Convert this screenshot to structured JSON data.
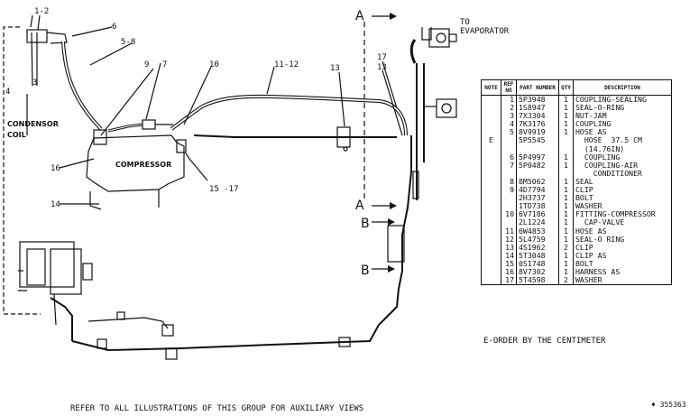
{
  "callouts": {
    "c1_2": "1-2",
    "c6": "6",
    "c5_8": "5-8",
    "c9": "9",
    "c7": "7",
    "c10": "10",
    "c11_12": "11-12",
    "c13a": "13",
    "c17": "17",
    "c13b": "13",
    "c4": "4",
    "c3": "3",
    "c16": "16",
    "c14": "14",
    "c15_17": "15 -17"
  },
  "labels": {
    "to_evaporator_1": "TO",
    "to_evaporator_2": "EVAPORATOR",
    "condensor_1": "CONDENSOR",
    "condensor_2": "COIL",
    "compressor": "COMPRESSOR",
    "section_a_top": "A",
    "section_a_bottom": "A",
    "section_b_top": "B",
    "section_b_bottom": "B"
  },
  "parts_table": {
    "headers": {
      "note": "NOTE",
      "ref": "REF NO",
      "part": "PART NUMBER",
      "qty": "QTY",
      "desc": "DESCRIPTION"
    },
    "rows": [
      {
        "note": "",
        "ref": "1",
        "part": "5P3948",
        "qty": "1",
        "desc": "COUPLING-SEALING"
      },
      {
        "note": "",
        "ref": "2",
        "part": "1S8947",
        "qty": "1",
        "desc": "SEAL-O-RING"
      },
      {
        "note": "",
        "ref": "3",
        "part": "7X3304",
        "qty": "1",
        "desc": "NUT-JAM"
      },
      {
        "note": "",
        "ref": "4",
        "part": "7K3176",
        "qty": "1",
        "desc": "COUPLING"
      },
      {
        "note": "",
        "ref": "5",
        "part": "8V9919",
        "qty": "1",
        "desc": "HOSE AS"
      },
      {
        "note": "E",
        "ref": "",
        "part": "5P5545",
        "qty": "",
        "desc": "  HOSE  37.5 CM"
      },
      {
        "note": "",
        "ref": "",
        "part": "",
        "qty": "",
        "desc": "  (14.76IN)"
      },
      {
        "note": "",
        "ref": "6",
        "part": "5P4997",
        "qty": "1",
        "desc": "  COUPLING"
      },
      {
        "note": "",
        "ref": "7",
        "part": "5P0482",
        "qty": "1",
        "desc": "  COUPLING-AIR"
      },
      {
        "note": "",
        "ref": "",
        "part": "",
        "qty": "",
        "desc": "    CONDITIONER"
      },
      {
        "note": "",
        "ref": "8",
        "part": "8M5062",
        "qty": "1",
        "desc": "SEAL"
      },
      {
        "note": "",
        "ref": "9",
        "part": "4D7794",
        "qty": "1",
        "desc": "CLIP"
      },
      {
        "note": "",
        "ref": "",
        "part": "2H3737",
        "qty": "1",
        "desc": "BOLT"
      },
      {
        "note": "",
        "ref": "",
        "part": "1TD738",
        "qty": "1",
        "desc": "WASHER"
      },
      {
        "note": "",
        "ref": "10",
        "part": "6V7186",
        "qty": "1",
        "desc": "FITTING-COMPRESSOR"
      },
      {
        "note": "",
        "ref": "",
        "part": "2L1224",
        "qty": "1",
        "desc": "  CAP-VALVE"
      },
      {
        "note": "",
        "ref": "11",
        "part": "6W4853",
        "qty": "1",
        "desc": "HOSE AS"
      },
      {
        "note": "",
        "ref": "12",
        "part": "5L4759",
        "qty": "1",
        "desc": "SEAL-O RING"
      },
      {
        "note": "",
        "ref": "13",
        "part": "4S1962",
        "qty": "2",
        "desc": "CLIP"
      },
      {
        "note": "",
        "ref": "14",
        "part": "5T3048",
        "qty": "1",
        "desc": "CLIP AS"
      },
      {
        "note": "",
        "ref": "15",
        "part": "0S1748",
        "qty": "1",
        "desc": "BOLT"
      },
      {
        "note": "",
        "ref": "16",
        "part": "8V7302",
        "qty": "1",
        "desc": "HARNESS AS"
      },
      {
        "note": "",
        "ref": "17",
        "part": "5T4598",
        "qty": "2",
        "desc": "WASHER"
      }
    ]
  },
  "footnote": "E-ORDER BY THE CENTIMETER",
  "bottom_note": "REFER TO ALL ILLUSTRATIONS OF THIS GROUP FOR AUXILIARY VIEWS",
  "illustration_id": "♦ 355363"
}
